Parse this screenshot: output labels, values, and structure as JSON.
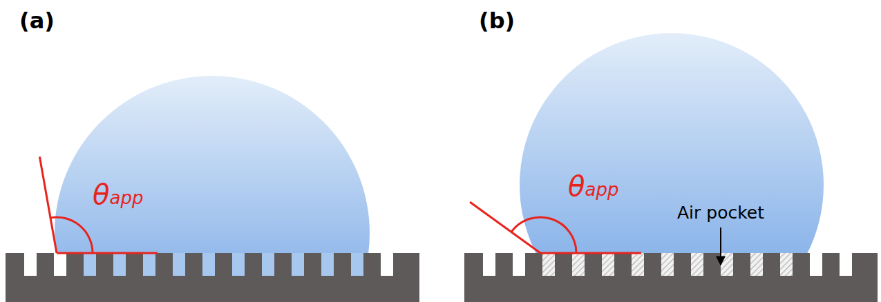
{
  "diagram": {
    "labels": [
      "(a)",
      "θapp",
      "(b)",
      "θapp",
      "Air pocket"
    ]
  }
}
